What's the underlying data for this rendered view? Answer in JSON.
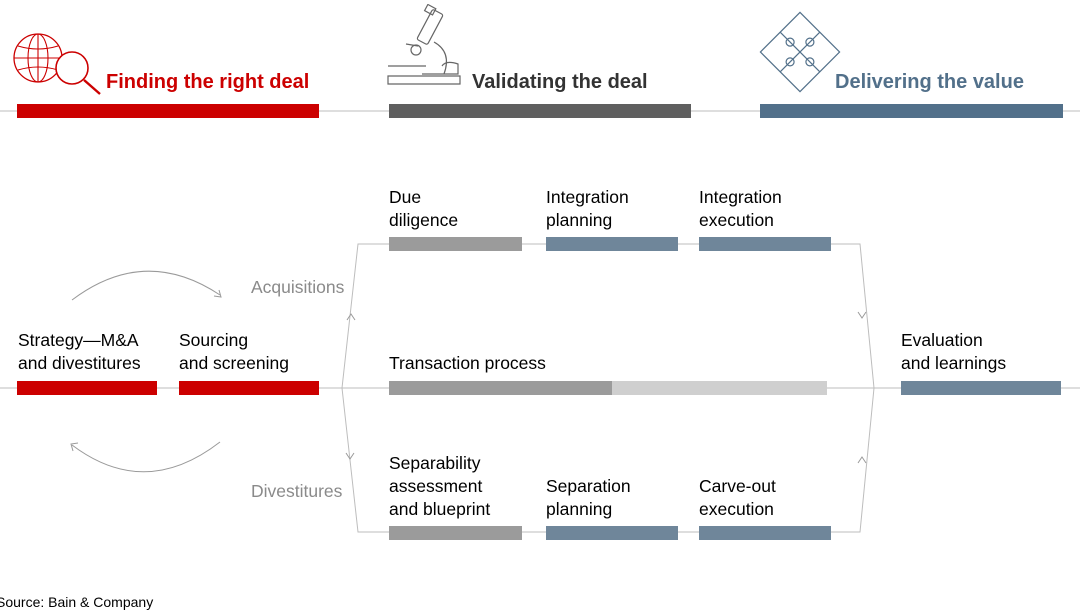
{
  "colors": {
    "red": "#cc0000",
    "dark_gray": "#5f5f5f",
    "steel_blue": "#52708a",
    "gray_bar": "#9b9b9b",
    "blue_bar": "#6f869a",
    "light_gray": "#cfcfcf",
    "branch_text": "#8a8a8a"
  },
  "phases": [
    {
      "title": "Finding the right deal",
      "icon": "globe-magnifier-icon"
    },
    {
      "title": "Validating the deal",
      "icon": "microscope-icon"
    },
    {
      "title": "Delivering the value",
      "icon": "puzzle-icon"
    }
  ],
  "steps": {
    "strategy": "Strategy—M&A\nand divestitures",
    "sourcing": "Sourcing\nand screening",
    "due_diligence": "Due\ndiligence",
    "acq_integration_planning": "Integration\nplanning",
    "acq_integration_execution": "Integration\nexecution",
    "transaction": "Transaction process",
    "separability": "Separability\nassessment\nand blueprint",
    "separation_planning": "Separation\nplanning",
    "carve_out": "Carve-out\nexecution",
    "evaluation": "Evaluation\nand learnings"
  },
  "branches": {
    "acquisitions": "Acquisitions",
    "divestitures": "Divestitures"
  },
  "source": "Source: Bain & Company"
}
